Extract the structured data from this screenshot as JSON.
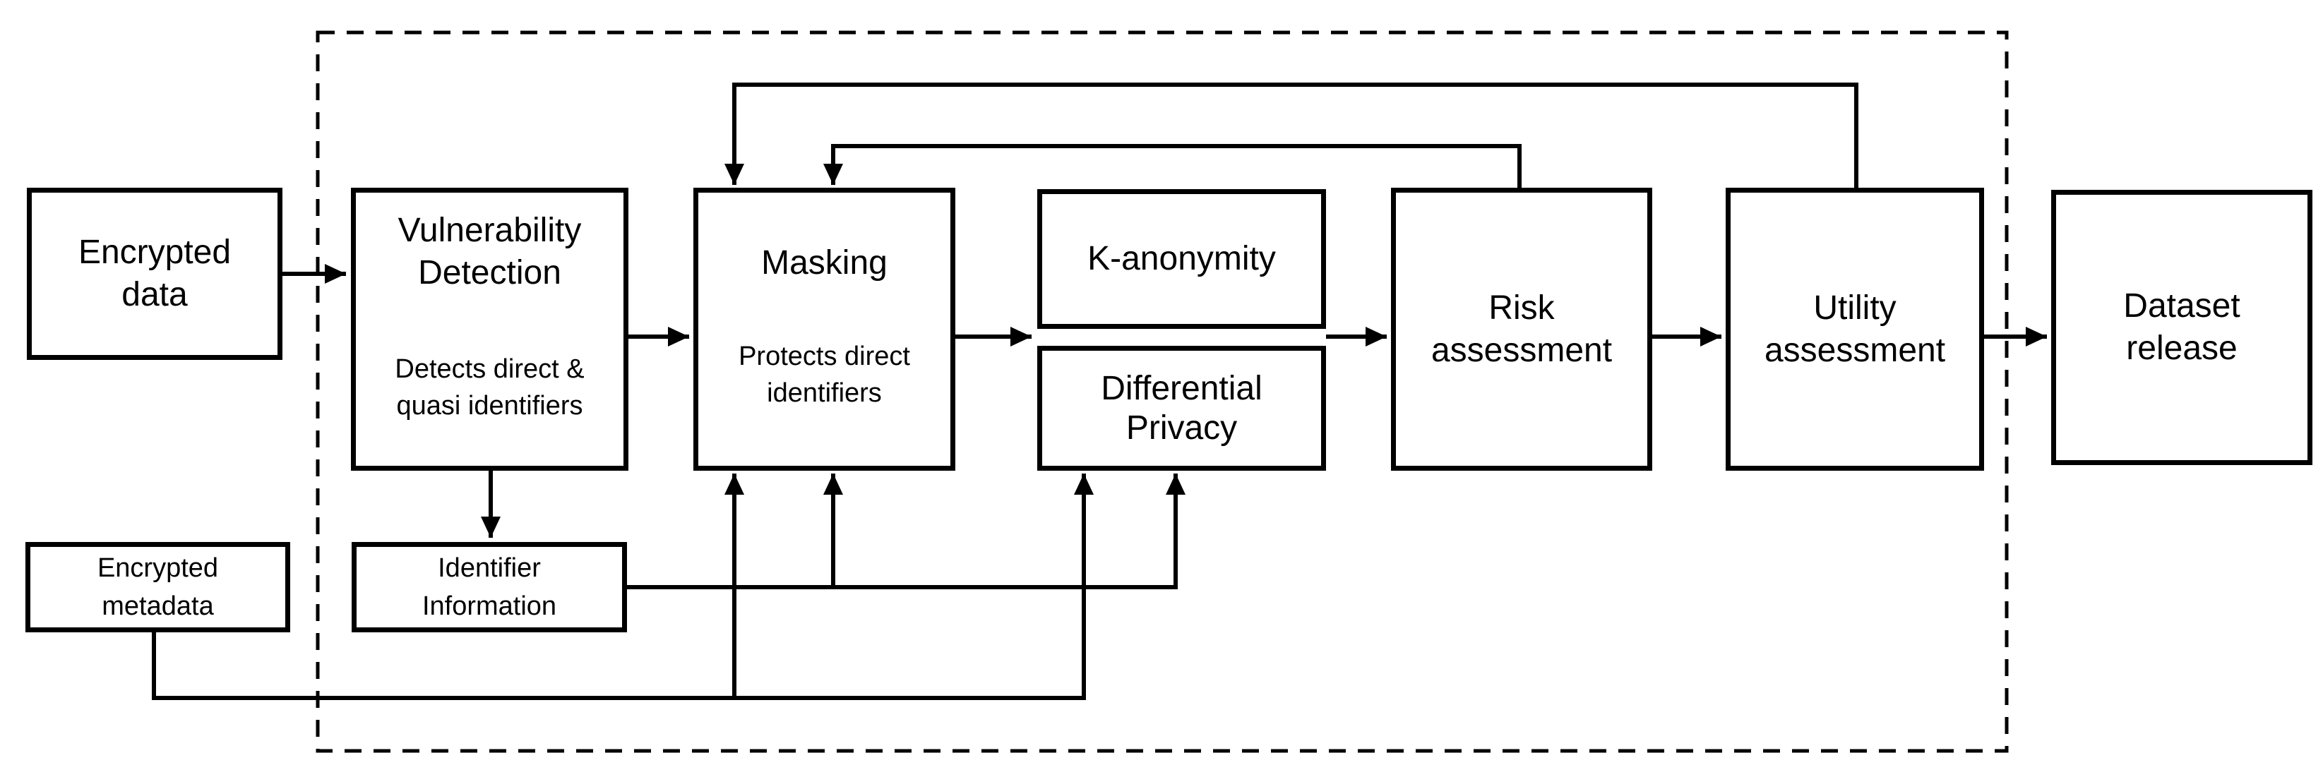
{
  "diagram": {
    "type": "flowchart",
    "title_none_shown": "",
    "colors": {
      "background": "#ffffff",
      "line": "#000000",
      "node_fill": "#ffffff",
      "node_border": "#000000"
    },
    "boundary": {
      "style": "dashed-rectangle",
      "encloses": "anonymization pipeline stages"
    },
    "nodes": {
      "encrypted_data": {
        "line1": "Encrypted",
        "line2": "data"
      },
      "vulnerability_detection": {
        "title_line1": "Vulnerability",
        "title_line2": "Detection",
        "subtitle_line1": "Detects direct &",
        "subtitle_line2": "quasi identifiers"
      },
      "masking": {
        "title": "Masking",
        "subtitle_line1": "Protects direct",
        "subtitle_line2": "identifiers"
      },
      "k_anonymity": {
        "label": "K-anonymity"
      },
      "differential_privacy": {
        "line1": "Differential",
        "line2": "Privacy"
      },
      "risk_assessment": {
        "line1": "Risk",
        "line2": "assessment"
      },
      "utility_assessment": {
        "line1": "Utility",
        "line2": "assessment"
      },
      "dataset_release": {
        "line1": "Dataset",
        "line2": "release"
      },
      "identifier_information": {
        "line1": "Identifier",
        "line2": "Information"
      },
      "encrypted_metadata": {
        "line1": "Encrypted",
        "line2": "metadata"
      }
    },
    "connections": [
      {
        "from": "encrypted-data",
        "to": "vulnerability-detection",
        "kind": "arrow"
      },
      {
        "from": "vulnerability-detection",
        "to": "masking",
        "kind": "arrow"
      },
      {
        "from": "masking",
        "to": "k-anonymity-and-differential-privacy",
        "kind": "arrow"
      },
      {
        "from": "k-anonymity-and-differential-privacy",
        "to": "risk-assessment",
        "kind": "arrow"
      },
      {
        "from": "risk-assessment",
        "to": "utility-assessment",
        "kind": "arrow"
      },
      {
        "from": "utility-assessment",
        "to": "dataset-release",
        "kind": "arrow"
      },
      {
        "from": "vulnerability-detection",
        "to": "identifier-information",
        "kind": "arrow"
      },
      {
        "from": "utility-assessment",
        "to": "masking",
        "kind": "feedback-arrow"
      },
      {
        "from": "risk-assessment",
        "to": "masking",
        "kind": "feedback-arrow"
      },
      {
        "from": "identifier-information",
        "to": "masking",
        "kind": "arrow"
      },
      {
        "from": "identifier-information",
        "to": "differential-privacy",
        "kind": "arrow"
      },
      {
        "from": "encrypted-metadata",
        "to": "masking",
        "kind": "arrow"
      },
      {
        "from": "encrypted-metadata",
        "to": "differential-privacy",
        "kind": "arrow"
      }
    ]
  }
}
